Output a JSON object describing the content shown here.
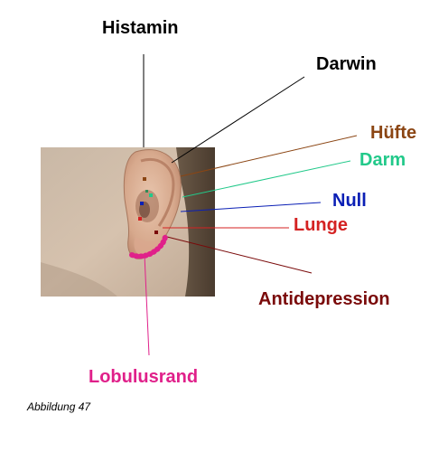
{
  "colors": {
    "histamin": "#000000",
    "darwin": "#000000",
    "huefte": "#8b4513",
    "darm": "#22c98a",
    "null": "#0a1fb5",
    "lunge": "#d42222",
    "antidepression": "#7a0a0a",
    "lobulusrand": "#e0208a"
  },
  "labels": {
    "histamin": "Histamin",
    "darwin": "Darwin",
    "huefte": "Hüfte",
    "darm": "Darm",
    "null": "Null",
    "lunge": "Lunge",
    "antidepression": "Antidepression",
    "lobulusrand": "Lobulusrand"
  },
  "caption": "Abbildung 47",
  "photo": {
    "subject": "ear-photograph"
  }
}
